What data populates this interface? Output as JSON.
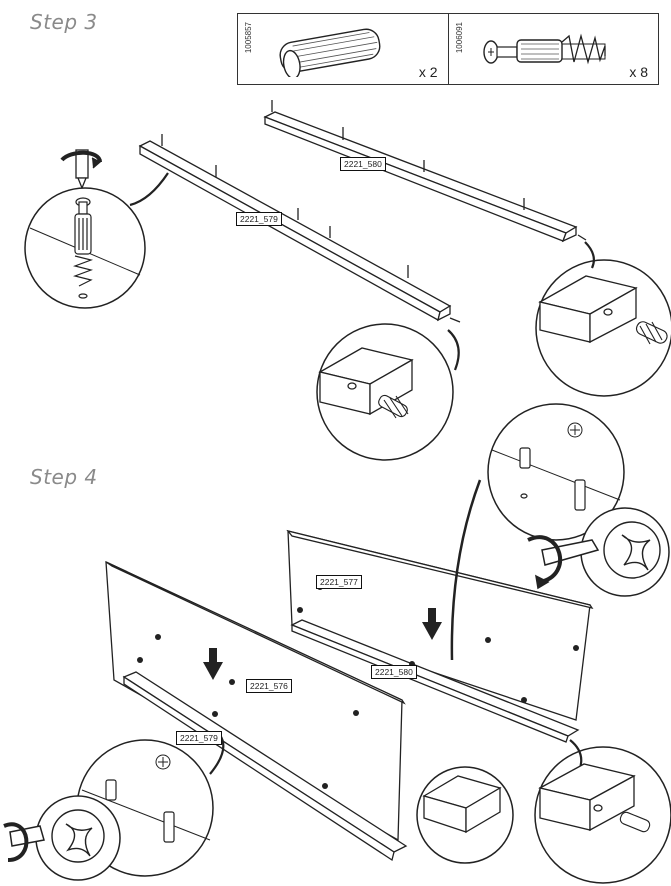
{
  "steps": {
    "step3": "Step 3",
    "step4": "Step 4"
  },
  "parts": [
    {
      "code": "1005857",
      "qty": "x 2",
      "icon": "dowel-icon"
    },
    {
      "code": "1006091",
      "qty": "x 8",
      "icon": "cam-bolt-icon"
    }
  ],
  "labels": {
    "rail_580_a": "2221_580",
    "rail_579_a": "2221_579",
    "panel_577": "2221_577",
    "panel_576": "2221_576",
    "rail_580_b": "2221_580",
    "rail_579_b": "2221_579"
  }
}
